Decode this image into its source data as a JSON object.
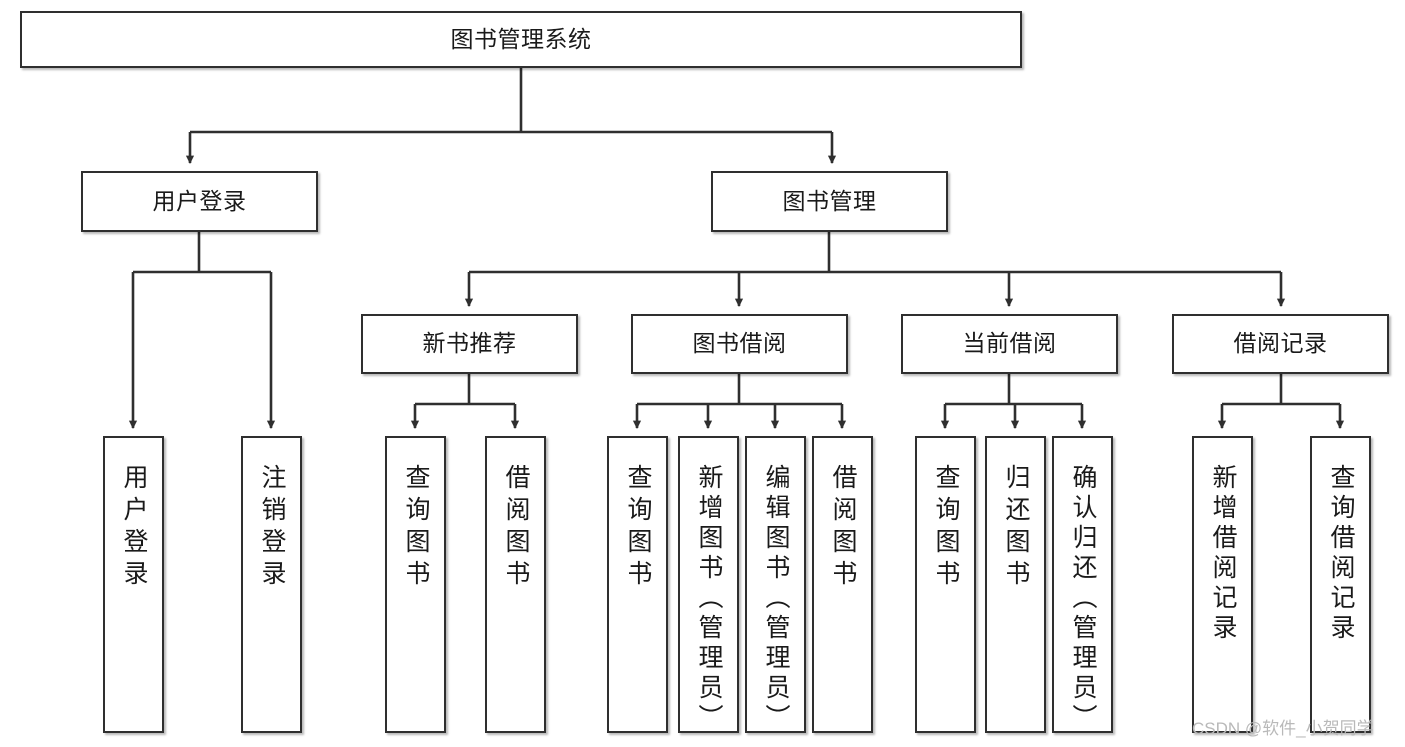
{
  "diagram": {
    "title": "图书管理系统",
    "type": "hierarchy-tree",
    "levels": 4,
    "colors": {
      "box_border": "#2f2f2f",
      "box_fill": "#ffffff",
      "edge": "#2f2f2f",
      "text": "#1a1a1a",
      "watermark": "#b9b9b9",
      "background": "#ffffff"
    }
  },
  "root": {
    "label": "图书管理系统"
  },
  "level2": [
    {
      "label": "用户登录"
    },
    {
      "label": "图书管理"
    }
  ],
  "level3": [
    {
      "label": "新书推荐"
    },
    {
      "label": "图书借阅"
    },
    {
      "label": "当前借阅"
    },
    {
      "label": "借阅记录"
    }
  ],
  "leaves": {
    "user_login": [
      {
        "label": "用户登录"
      },
      {
        "label": "注销登录"
      }
    ],
    "new_book_recommend": [
      {
        "label": "查询图书"
      },
      {
        "label": "借阅图书"
      }
    ],
    "book_borrow": [
      {
        "label": "查询图书"
      },
      {
        "label": "新增图书（管理员）"
      },
      {
        "label": "编辑图书（管理员）"
      },
      {
        "label": "借阅图书"
      }
    ],
    "current_borrow": [
      {
        "label": "查询图书"
      },
      {
        "label": "归还图书"
      },
      {
        "label": "确认归还（管理员）"
      }
    ],
    "borrow_record": [
      {
        "label": "新增借阅记录"
      },
      {
        "label": "查询借阅记录"
      }
    ]
  },
  "watermark": {
    "text": "CSDN @软件_小贺同学"
  }
}
